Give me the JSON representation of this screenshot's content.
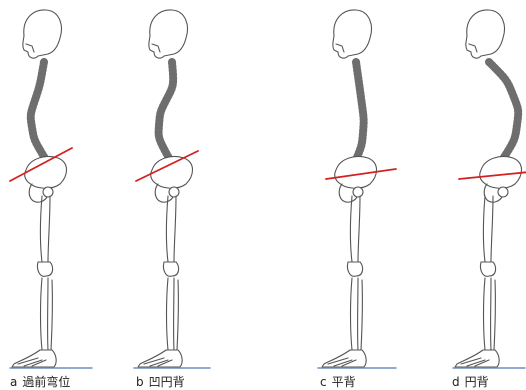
{
  "figures": [
    {
      "id": "a",
      "letter": "a",
      "label": "過前弯位"
    },
    {
      "id": "b",
      "letter": "b",
      "label": "凹円背"
    },
    {
      "id": "c",
      "letter": "c",
      "label": "平背"
    },
    {
      "id": "d",
      "letter": "d",
      "label": "円背"
    }
  ],
  "colors": {
    "outline": "#555555",
    "pelvic_line": "#d42020",
    "ground": "#6b8ec4",
    "text": "#222222"
  }
}
